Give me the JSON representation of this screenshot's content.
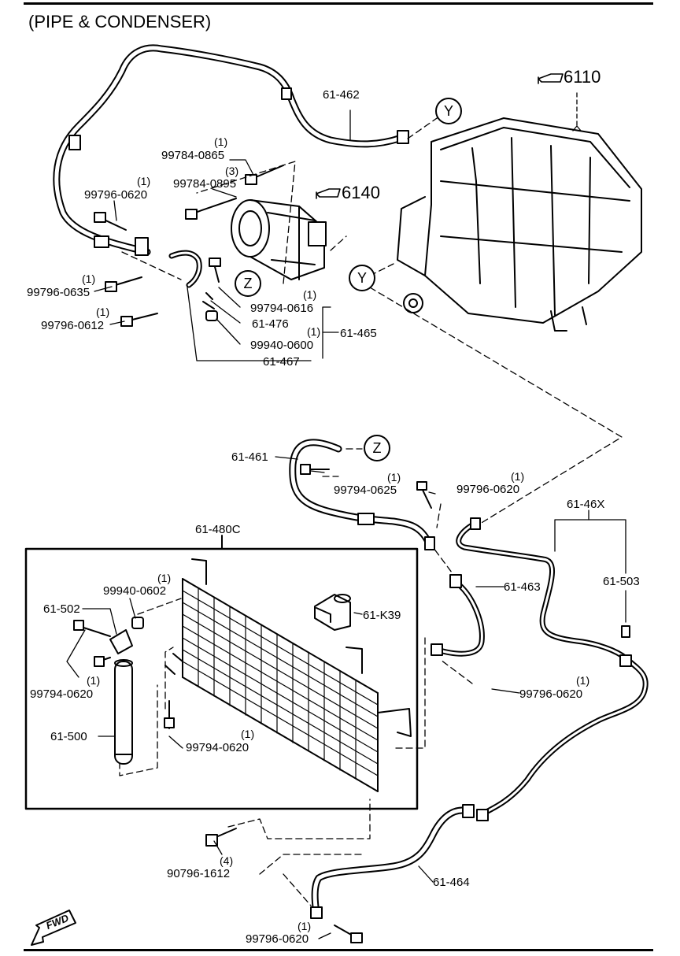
{
  "title": "(PIPE & CONDENSER)",
  "refs": {
    "ref_6110": "6110",
    "ref_6140": "6140"
  },
  "markers": {
    "y": "Y",
    "z": "Z"
  },
  "fwd": "FWD",
  "parts": {
    "p61_462": "61-462",
    "p99784_0865": "99784-0865",
    "q99784_0865": "(1)",
    "p99784_0895": "99784-0895",
    "q99784_0895": "(3)",
    "p99796_0620_top": "99796-0620",
    "q99796_0620_top": "(1)",
    "p99796_0635": "99796-0635",
    "q99796_0635": "(1)",
    "p99796_0612": "99796-0612",
    "q99796_0612": "(1)",
    "p99794_0616": "99794-0616",
    "q99794_0616": "(1)",
    "p61_476": "61-476",
    "p99940_0600": "99940-0600",
    "q99940_0600": "(1)",
    "p61_465": "61-465",
    "p61_467": "61-467",
    "p61_461": "61-461",
    "p99794_0625": "99794-0625",
    "q99794_0625": "(1)",
    "p99796_0620_mid": "99796-0620",
    "q99796_0620_mid": "(1)",
    "p61_46X": "61-46X",
    "p61_503": "61-503",
    "p61_480C": "61-480C",
    "p99940_0602": "99940-0602",
    "q99940_0602": "(1)",
    "p61_502": "61-502",
    "p61_K39": "61-K39",
    "p61_463": "61-463",
    "p99794_0620_a": "99794-0620",
    "q99794_0620_a": "(1)",
    "p61_500": "61-500",
    "p99796_0620_r": "99796-0620",
    "q99796_0620_r": "(1)",
    "p99794_0620_b": "99794-0620",
    "q99794_0620_b": "(1)",
    "p90796_1612": "90796-1612",
    "q90796_1612": "(4)",
    "p61_464": "61-464",
    "p99796_0620_bot": "99796-0620",
    "q99796_0620_bot": "(1)"
  }
}
